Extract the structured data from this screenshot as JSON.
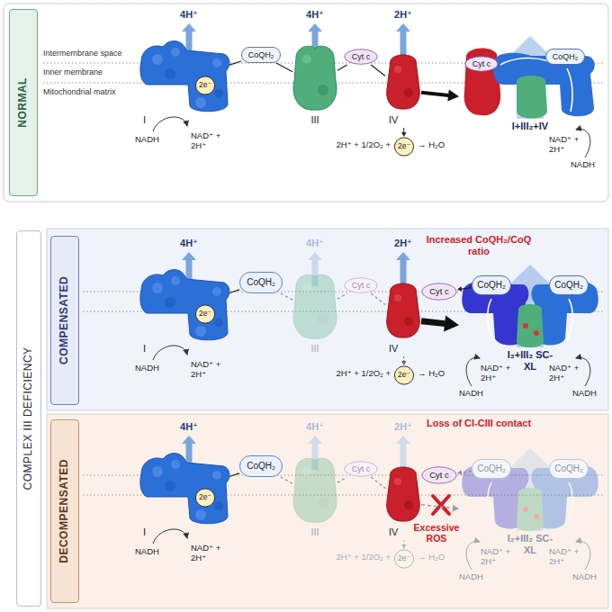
{
  "diagram": {
    "nodes": [
      {
        "text": [
          "NORMAL"
        ]
      },
      {
        "text": [
          "COMPLEX III DEFICIENCY"
        ]
      },
      {
        "text": [
          "COMPENSATED"
        ]
      },
      {
        "text": [
          "DECOMPENSATED"
        ]
      },
      {
        "text": [
          "I"
        ]
      },
      {
        "text": [
          "2e⁻"
        ],
        "in": 4
      },
      {
        "text": [
          "CoQH₂"
        ]
      },
      {
        "text": [
          "III"
        ]
      },
      {
        "text": [
          "Cyt c"
        ]
      },
      {
        "text": [
          "IV"
        ]
      },
      {
        "text": [
          "2e⁻"
        ]
      },
      {
        "text": [
          "I+III₂+IV"
        ]
      },
      {
        "text": [
          "Cyt c"
        ],
        "in": 11
      },
      {
        "text": [
          "CoQH₂"
        ],
        "in": 11
      },
      {
        "text": [
          "I"
        ]
      },
      {
        "text": [
          "2e⁻"
        ],
        "in": 14
      },
      {
        "text": [
          "CoQH₂"
        ]
      },
      {
        "text": [
          "III"
        ]
      },
      {
        "text": [
          "Cyt c"
        ]
      },
      {
        "text": [
          "IV"
        ]
      },
      {
        "text": [
          "2e⁻"
        ]
      },
      {
        "text": [
          "Cyt c"
        ]
      },
      {
        "text": [
          "I₂+III₂ SC-XL"
        ]
      },
      {
        "text": [
          "CoQH₂"
        ],
        "in": 22
      },
      {
        "text": [
          "CoQH₂"
        ],
        "in": 22
      },
      {
        "text": [
          "I"
        ]
      },
      {
        "text": [
          "2e⁻"
        ],
        "in": 25
      },
      {
        "text": [
          "CoQH₂"
        ]
      },
      {
        "text": [
          "III"
        ]
      },
      {
        "text": [
          "Cyt c"
        ]
      },
      {
        "text": [
          "IV"
        ]
      },
      {
        "text": [
          "2e⁻"
        ]
      },
      {
        "text": [
          "Cyt c"
        ]
      },
      {
        "text": [
          "I₂+III₂ SC-XL"
        ]
      },
      {
        "text": [
          "CoQH₂"
        ],
        "in": 33
      },
      {
        "text": [
          "CoQH₂"
        ],
        "in": 33
      }
    ],
    "edges": [
      {
        "from": 4,
        "to": 6,
        "arrow": "none"
      },
      {
        "from": 6,
        "to": 7,
        "arrow": "none"
      },
      {
        "from": 7,
        "to": 8,
        "arrow": "none"
      },
      {
        "from": 8,
        "to": 9,
        "arrow": "none"
      },
      {
        "from": 9,
        "to": 10,
        "arrow": "to"
      },
      {
        "from": 9,
        "to": 11,
        "arrow": "to"
      },
      {
        "from": 14,
        "to": 16,
        "arrow": "none"
      },
      {
        "from": 16,
        "to": 17,
        "arrow": "none"
      },
      {
        "from": 17,
        "to": 18,
        "arrow": "none"
      },
      {
        "from": 18,
        "to": 19,
        "arrow": "none"
      },
      {
        "from": 19,
        "to": 20,
        "arrow": "to"
      },
      {
        "from": 19,
        "to": 22,
        "arrow": "to"
      },
      {
        "from": 23,
        "to": 21,
        "arrow": "to"
      },
      {
        "from": 25,
        "to": 27,
        "arrow": "none"
      },
      {
        "from": 27,
        "to": 28,
        "arrow": "none"
      },
      {
        "from": 28,
        "to": 29,
        "arrow": "none"
      },
      {
        "from": 29,
        "to": 30,
        "arrow": "none"
      },
      {
        "from": 30,
        "to": 31,
        "arrow": "to"
      },
      {
        "from": 30,
        "to": 33,
        "arrow": "to"
      },
      {
        "from": 34,
        "to": 32,
        "arrow": "to"
      }
    ],
    "labels": [
      "Intermembrane space",
      "Inner membrane",
      "Mitochondrial matrix",
      "4H⁺",
      "4H⁺",
      "2H⁺",
      "NADH",
      "NAD⁺ + 2H⁺",
      "2H⁺ + 1/2O₂ +",
      "→ H₂O",
      "NAD⁺ + 2H⁺",
      "NADH",
      "4H⁺",
      "4H⁺",
      "2H⁺",
      "NADH",
      "NAD⁺ + 2H⁺",
      "2H⁺ + 1/2O₂ +",
      "→ H₂O",
      "Increased CoQH₂/CoQ ratio",
      "NADH",
      "NAD⁺ + 2H⁺",
      "NAD⁺ + 2H⁺",
      "NADH",
      "4H⁺",
      "4H⁺",
      "2H⁺",
      "NADH",
      "NAD⁺ + 2H⁺",
      "2H⁺ + 1/2O₂ +",
      "→ H₂O",
      "Loss of CI-CIII contact",
      "Excessive ROS",
      "NADH",
      "NAD⁺ + 2H⁺",
      "NAD⁺ + 2H⁺",
      "NADH"
    ]
  }
}
